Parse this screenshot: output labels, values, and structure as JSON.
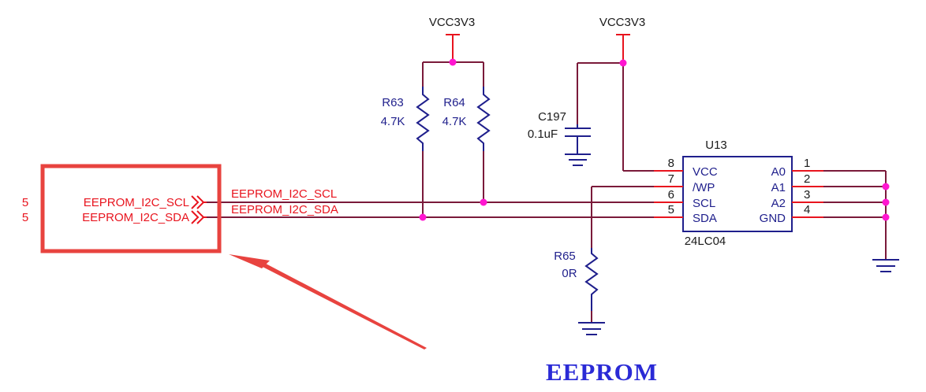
{
  "power_labels": {
    "vcc_left": "VCC3V3",
    "vcc_right": "VCC3V3"
  },
  "resistors": {
    "r63": {
      "ref": "R63",
      "value": "4.7K"
    },
    "r64": {
      "ref": "R64",
      "value": "4.7K"
    },
    "r65": {
      "ref": "R65",
      "value": "0R"
    }
  },
  "capacitor": {
    "ref": "C197",
    "value": "0.1uF"
  },
  "chip": {
    "ref": "U13",
    "part": "24LC04",
    "left_pins": [
      {
        "num": "8",
        "name": "VCC"
      },
      {
        "num": "7",
        "name": "/WP"
      },
      {
        "num": "6",
        "name": "SCL"
      },
      {
        "num": "5",
        "name": "SDA"
      }
    ],
    "right_pins": [
      {
        "num": "1",
        "name": "A0"
      },
      {
        "num": "2",
        "name": "A1"
      },
      {
        "num": "3",
        "name": "A2"
      },
      {
        "num": "4",
        "name": "GND"
      }
    ]
  },
  "ports": {
    "scl": {
      "sheet": "5",
      "name": "EEPROM_I2C_SCL"
    },
    "sda": {
      "sheet": "5",
      "name": "EEPROM_I2C_SDA"
    }
  },
  "nets": {
    "scl": "EEPROM_I2C_SCL",
    "sda": "EEPROM_I2C_SDA"
  },
  "title": "EEPROM"
}
